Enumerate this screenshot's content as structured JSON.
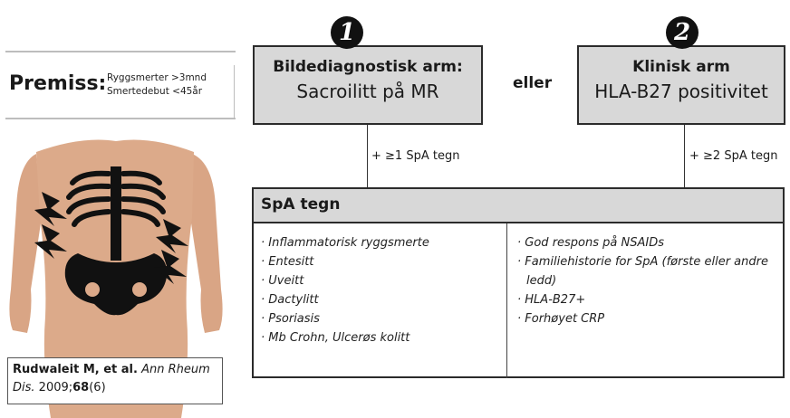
{
  "premiss": {
    "label": "Premiss:",
    "lines": [
      "Ryggsmerter >3mnd",
      "Smertedebut <45år"
    ]
  },
  "arms": [
    {
      "badge": "1",
      "title": "Bildediagnostisk arm:",
      "subtitle": "Sacroilitt på MR",
      "requirement": "+ ≥1 SpA tegn"
    },
    {
      "badge": "2",
      "title": "Klinisk arm",
      "subtitle": "HLA-B27 positivitet",
      "requirement": "+ ≥2 SpA tegn"
    }
  ],
  "connector_word": "eller",
  "spa_tegn": {
    "title": "SpA tegn",
    "left_items": [
      "Inflammatorisk ryggsmerte",
      "Entesitt",
      "Uveitt",
      "Dactylitt",
      "Psoriasis",
      "Mb Crohn, Ulcerøs kolitt"
    ],
    "right_items": [
      "God respons på NSAIDs",
      "Familiehistorie for SpA (første eller andre ledd)",
      "HLA-B27+",
      "Forhøyet CRP"
    ],
    "bullet": "·"
  },
  "reference": {
    "authors": "Rudwaleit M, et al.",
    "journal": "Ann Rheum Dis.",
    "year": "2009;",
    "volume": "68",
    "issue": "(6)"
  },
  "colors": {
    "box_fill": "#d8d8d8",
    "border": "#2b2b2b",
    "skin": "#d7a382",
    "bone": "#111111"
  },
  "icons": [
    "torso-illustration",
    "lightning-bolt-icon",
    "number-badge-icon"
  ]
}
